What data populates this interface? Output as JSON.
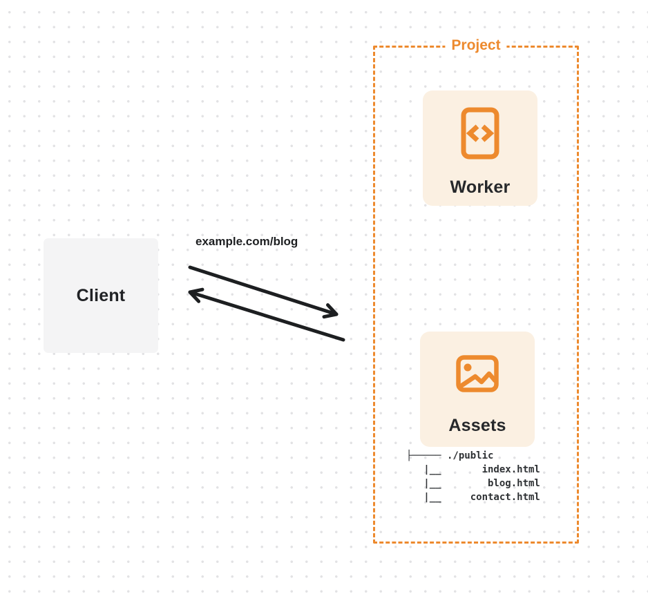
{
  "client": {
    "label": "Client"
  },
  "request": {
    "label": "example.com/blog"
  },
  "project": {
    "label": "Project",
    "worker": {
      "label": "Worker",
      "icon": "code-file-icon"
    },
    "assets": {
      "label": "Assets",
      "icon": "image-icon"
    },
    "file_tree": {
      "lines": [
        "├───── ./public",
        "   |__       index.html",
        "   |__        blog.html",
        "   |__     contact.html"
      ]
    }
  },
  "colors": {
    "accent_orange": "#ed8a2e",
    "card_background": "#fbf0e2",
    "client_background": "#f4f4f5",
    "arrow_black": "#1d1f21"
  }
}
